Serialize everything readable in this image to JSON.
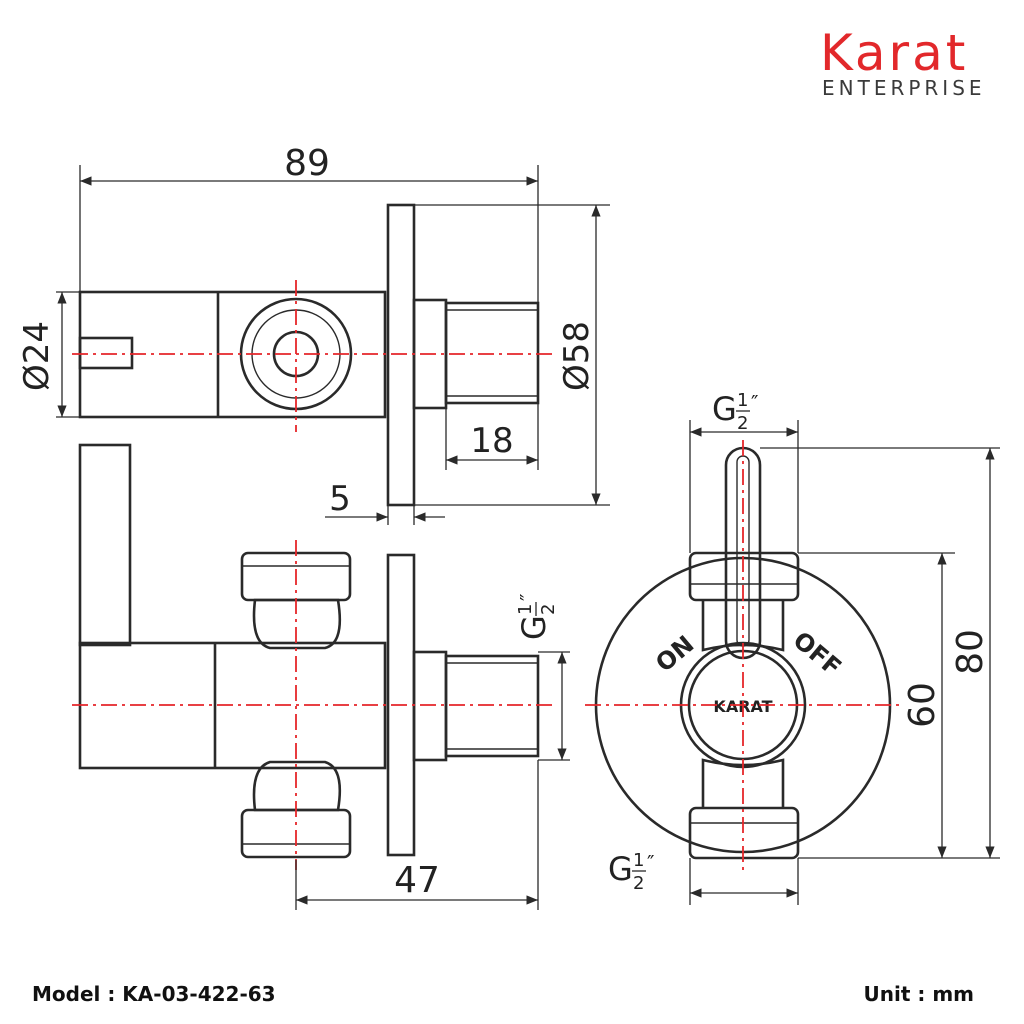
{
  "brand": {
    "name": "Karat",
    "subtitle": "ENTERPRISE",
    "color": "#e2282b"
  },
  "dimensions": {
    "length_89": "89",
    "dia_24": "Ø24",
    "dia_58": "Ø58",
    "thread_18": "18",
    "flange_5": "5",
    "depth_47": "47",
    "height_60": "60",
    "height_80": "80",
    "thread_g": "G",
    "thread_num": "1",
    "thread_den": "2",
    "thread_inch": "″"
  },
  "handle_labels": {
    "on": "ON",
    "off": "OFF",
    "badge": "KARAT"
  },
  "footer": {
    "model": "Model : KA-03-422-63",
    "unit": "Unit : mm"
  },
  "colors": {
    "centerline": "#e5262a",
    "outline": "#2a2a2a"
  }
}
